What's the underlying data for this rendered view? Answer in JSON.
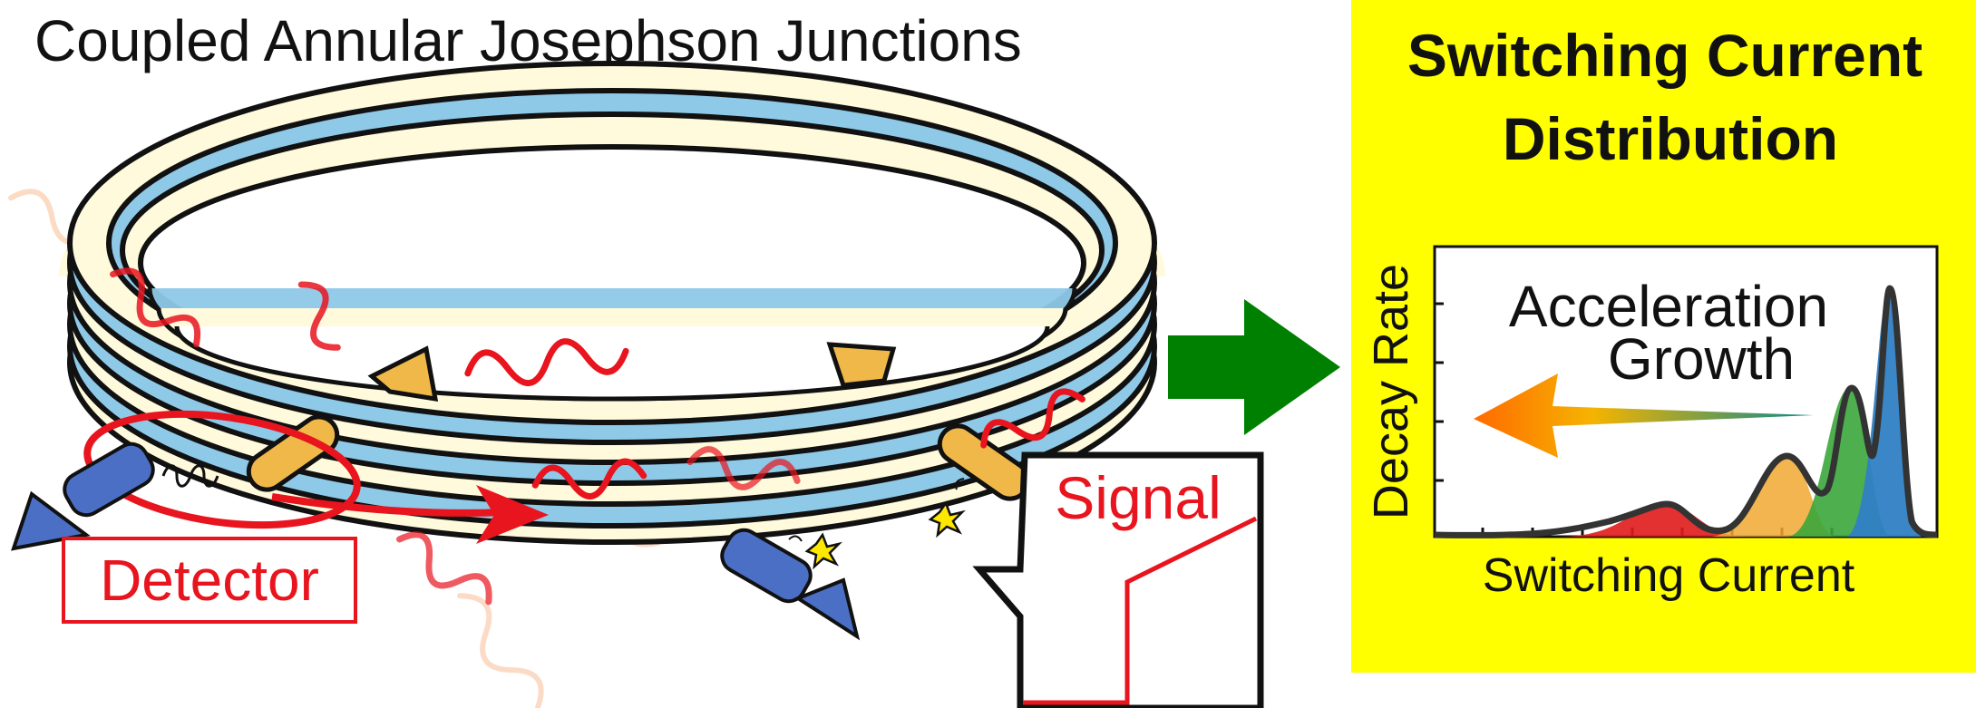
{
  "figure": {
    "left_title": "Coupled Annular Josephson Junctions",
    "detector_label": "Detector",
    "signal_label": "Signal",
    "right_panel": {
      "title_line1": "Switching Current",
      "title_line2": "Distribution",
      "inset": {
        "ylabel": "Decay Rate",
        "xlabel": "Switching Current",
        "annotation_line1": "Acceleration",
        "annotation_line2": "Growth"
      }
    }
  },
  "colors": {
    "panel_yellow": "#ffff00",
    "arrow_green": "#008000",
    "signal_red": "#e8141e",
    "ring_cream": "#fffadc",
    "ring_blue": "#8ec9e8",
    "arrow_blue": "#4a6fc4",
    "electrode_orange": "#f0b848",
    "peak_red": "#e01a1a",
    "peak_orange": "#f0a830",
    "peak_green": "#3aa63a",
    "peak_blue": "#2f7fc4"
  }
}
